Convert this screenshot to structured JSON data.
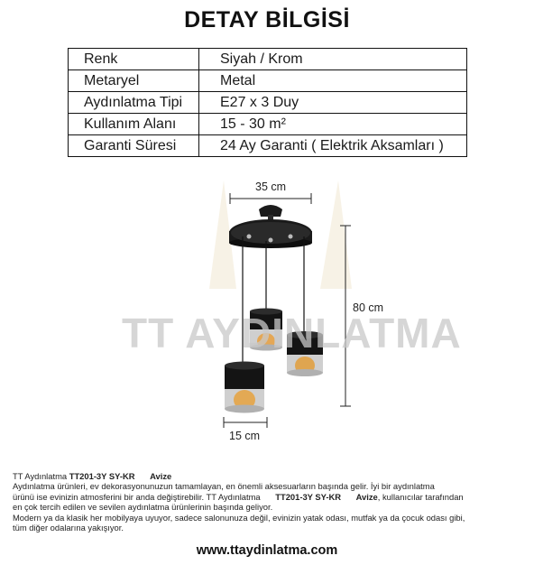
{
  "title": "DETAY BİLGİSİ",
  "specs": [
    {
      "key": "Renk",
      "value": "Siyah / Krom"
    },
    {
      "key": "Metaryel",
      "value": "Metal"
    },
    {
      "key": "Aydınlatma Tipi",
      "value": "E27 x 3 Duy"
    },
    {
      "key": "Kullanım Alanı",
      "value": "15 - 30 m²"
    },
    {
      "key": "Garanti Süresi",
      "value": "24 Ay Garanti ( Elektrik Aksamları )"
    }
  ],
  "product": {
    "watermark": "TT AYDINLATMA",
    "dimensions": {
      "width_top": "35 cm",
      "height": "80 cm",
      "width_shade": "15 cm"
    }
  },
  "description": {
    "brand": "TT Aydınlatma",
    "code": "TT201-3Y SY-KR",
    "category": "Avize",
    "line1": "Aydınlatma ürünleri, ev dekorasyonunuzun tamamlayan, en önemli aksesuarların başında gelir. İyi bir aydınlatma",
    "line2a": "ürünü ise evinizin atmosferini bir anda değiştirebilir. TT Aydınlatma",
    "line2b": ", kullanıcılar tarafından",
    "line3": "en çok tercih edilen ve sevilen aydınlatma ürünlerinin başında geliyor.",
    "line4": "Modern ya da klasik her mobilyaya uyuyor, sadece salonunuza değil, evinizin yatak odası, mutfak ya da çocuk odası gibi,",
    "line5": "tüm diğer odalarına yakışıyor."
  },
  "website": "www.ttaydinlatma.com"
}
